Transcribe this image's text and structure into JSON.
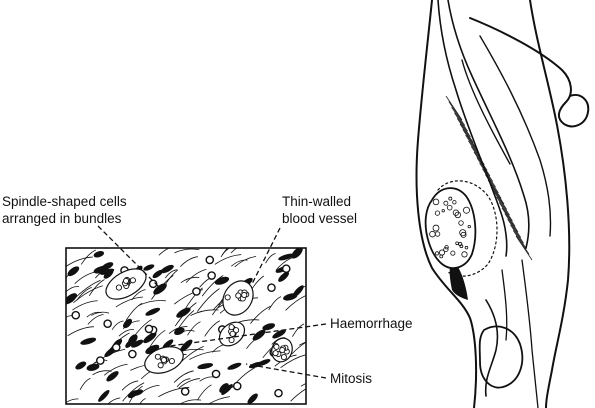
{
  "labels": {
    "spindle_cells": [
      "Spindle-shaped cells",
      "arranged in bundles"
    ],
    "blood_vessel": [
      "Thin-walled",
      "blood vessel"
    ],
    "haemorrhage": "Haemorrhage",
    "mitosis": "Mitosis"
  },
  "colors": {
    "ink": "#111111",
    "paper": "#ffffff"
  }
}
